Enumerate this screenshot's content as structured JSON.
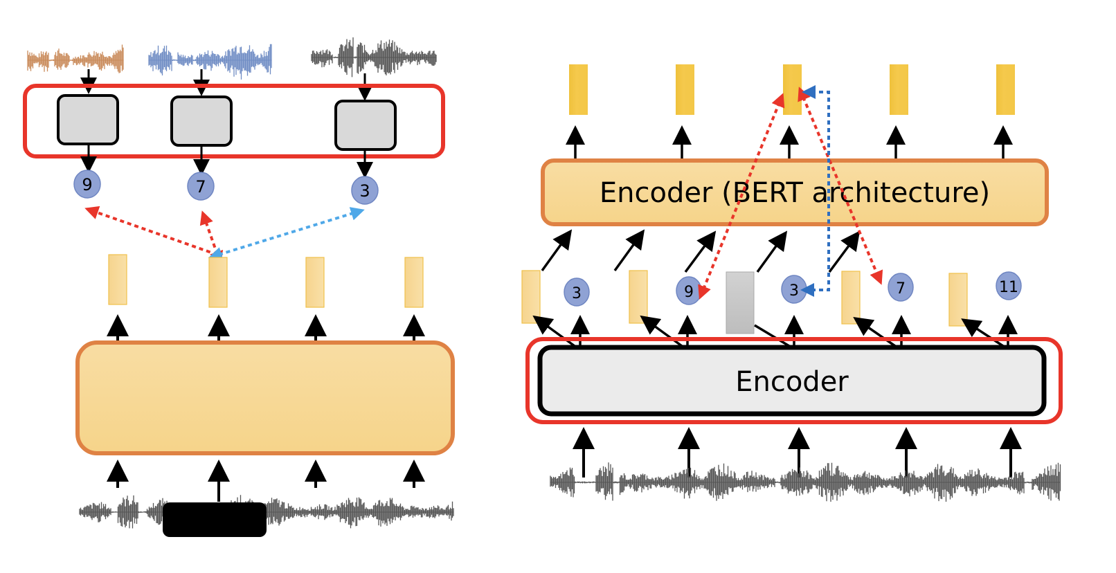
{
  "left_panel": {
    "waveforms": [
      {
        "color": "#c98a5a"
      },
      {
        "color": "#6f8cc4"
      },
      {
        "color": "#555555"
      }
    ],
    "quantizer_targets": [
      "9",
      "7",
      "3"
    ],
    "positive_arrow_color": "#e8352a",
    "negative_arrow_color": "#4fa8e8",
    "context_vectors": 4,
    "mask_color": "#000000"
  },
  "right_panel": {
    "bert_encoder_label": "Encoder (BERT architecture)",
    "cnn_encoder_label": "Encoder",
    "output_vectors": 5,
    "cluster_ids": [
      "3",
      "9",
      "3",
      "7",
      "11"
    ],
    "masked_index": 2,
    "positive_arrow_color": "#e8352a",
    "negative_arrow_color": "#2f6fc0"
  },
  "colors": {
    "highlight_red": "#e8352a",
    "encoder_orange_border": "#df8244",
    "encoder_fill_top": "#f8dda3",
    "encoder_fill_bottom": "#f6d48a",
    "token_circle": "#8fa2d4",
    "gold_vector": "#f2c744",
    "light_vector": "#f8d995",
    "gray_box": "#d9d9d9"
  }
}
